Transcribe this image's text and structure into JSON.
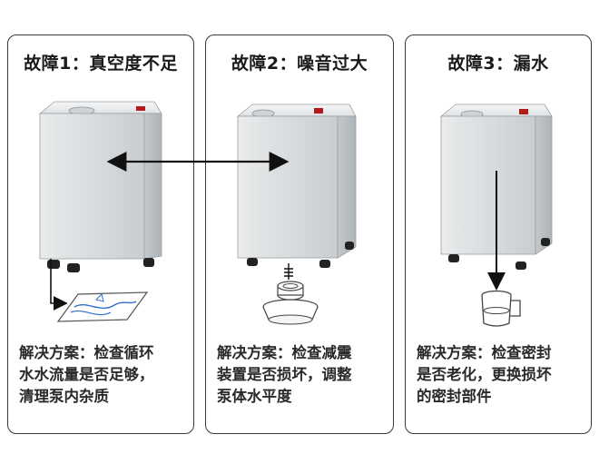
{
  "panels": [
    {
      "title": "故障1：真空度不足",
      "solution": "解决方案：检查循环\n水水流量是否足够，\n清理泵内杂质",
      "illustration": "water-tray"
    },
    {
      "title": "故障2：噪音过大",
      "solution": "解决方案：检查减震\n装置是否损坏，调整\n泵体水平度",
      "illustration": "shock-absorber"
    },
    {
      "title": "故障3：漏水",
      "solution": "解决方案：检查密封\n是否老化，更换损坏\n的密封部件",
      "illustration": "water-cup"
    }
  ],
  "colors": {
    "border": "#3a3a3a",
    "cabinet": "#dcdfe1",
    "arrow": "#111111",
    "water": "#2f6fd0"
  }
}
